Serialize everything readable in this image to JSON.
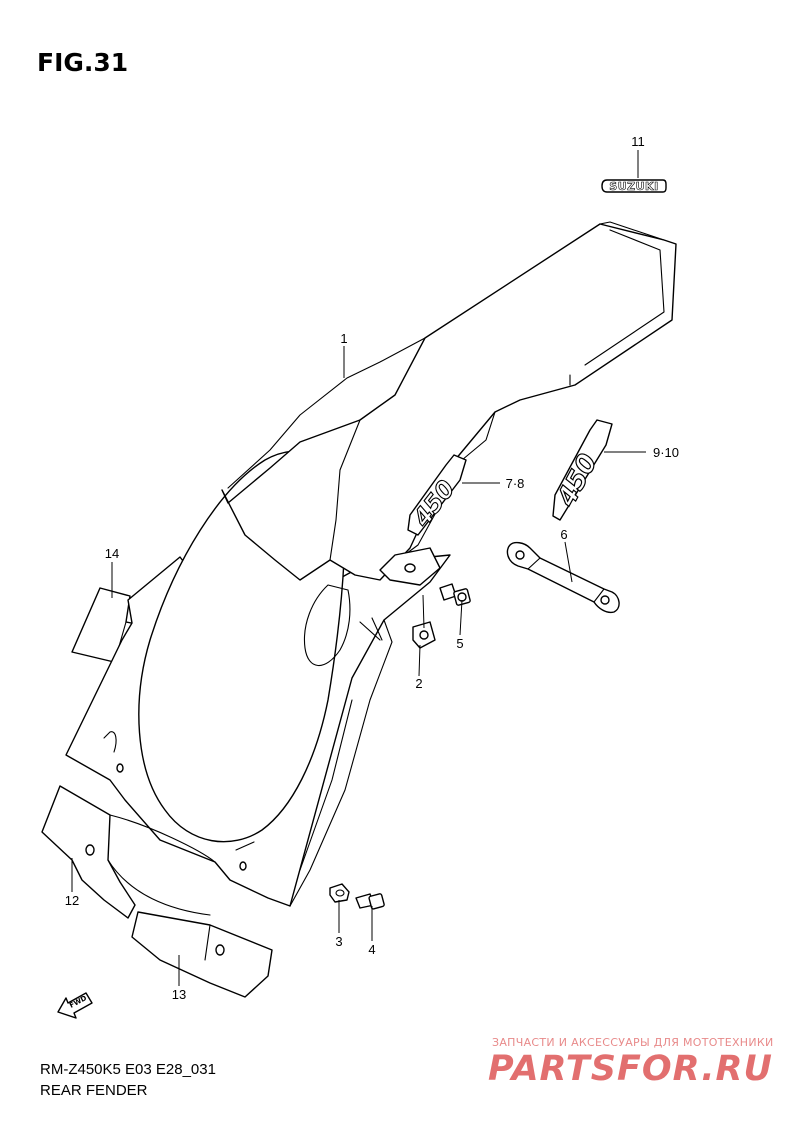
{
  "figure": {
    "title": "FIG.31"
  },
  "model_code": "RM-Z450K5 E03 E28_031",
  "section_title": "REAR FENDER",
  "callouts": {
    "c1": "1",
    "c2": "2",
    "c3": "3",
    "c4": "4",
    "c5": "5",
    "c6": "6",
    "c78": "7·8",
    "c910": "9·10",
    "c11": "11",
    "c12": "12",
    "c13": "13",
    "c14": "14"
  },
  "decals": {
    "brand": "SUZUKI",
    "model_number": "450"
  },
  "arrow_label": "FWD",
  "watermark": {
    "tagline": "ЗАПЧАСТИ И АКСЕССУАРЫ ДЛЯ МОТОТЕХНИКИ",
    "site": "PARTSFOR.RU"
  },
  "colors": {
    "line": "#000000",
    "background": "#ffffff",
    "watermark": "#d94040"
  }
}
